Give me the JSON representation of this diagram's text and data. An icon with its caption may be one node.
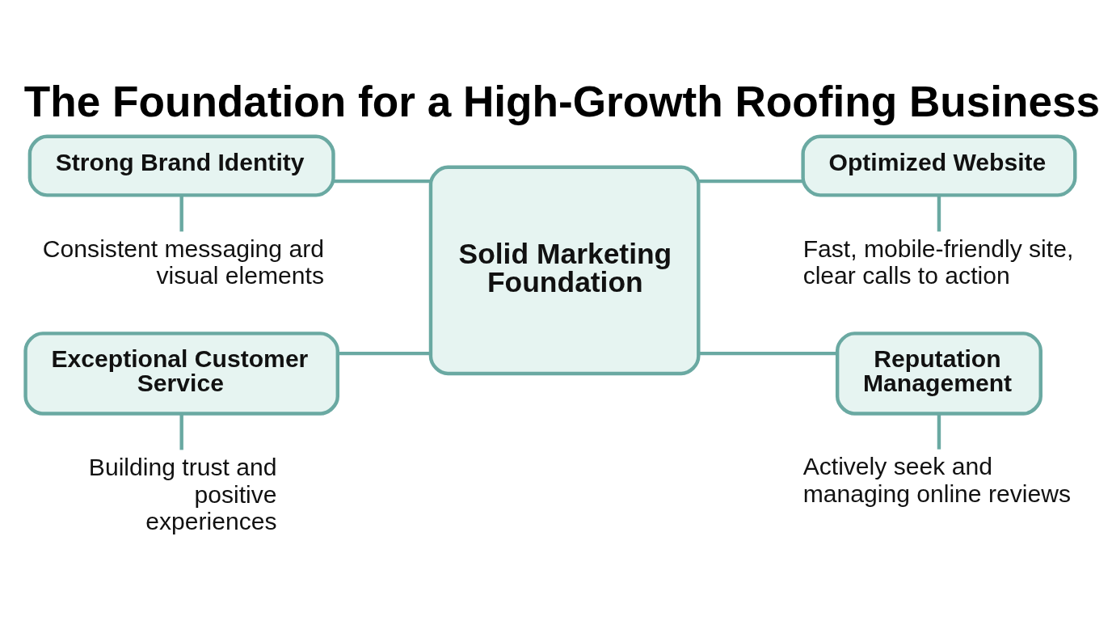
{
  "diagram": {
    "title": "The Foundation for a High-Growth Roofing Business",
    "nodes": [
      {
        "text": [
          "Strong Brand Identity"
        ]
      },
      {
        "text": [
          "Consistent messaging ard visual elements"
        ]
      },
      {
        "text": [
          "Optimized Website"
        ]
      },
      {
        "text": [
          "Fast, mobile-friendly site, clear calls to action"
        ]
      },
      {
        "text": [
          "Solid Marketing Foundation"
        ]
      },
      {
        "text": [
          "Exceptional Customer Service"
        ]
      },
      {
        "text": [
          "Building trust and positive experiences"
        ]
      },
      {
        "text": [
          "Reputation Management"
        ]
      },
      {
        "text": [
          "Actively seek and managing online reviews"
        ]
      }
    ],
    "edges": [
      {
        "from": 0,
        "to": 1,
        "arrow": "none"
      },
      {
        "from": 2,
        "to": 3,
        "arrow": "none"
      },
      {
        "from": 0,
        "to": 4,
        "arrow": "none"
      },
      {
        "from": 4,
        "to": 2,
        "arrow": "none"
      },
      {
        "from": 5,
        "to": 4,
        "arrow": "none"
      },
      {
        "from": 4,
        "to": 7,
        "arrow": "none"
      },
      {
        "from": 5,
        "to": 6,
        "arrow": "none"
      },
      {
        "from": 7,
        "to": 8,
        "arrow": "none"
      }
    ]
  }
}
